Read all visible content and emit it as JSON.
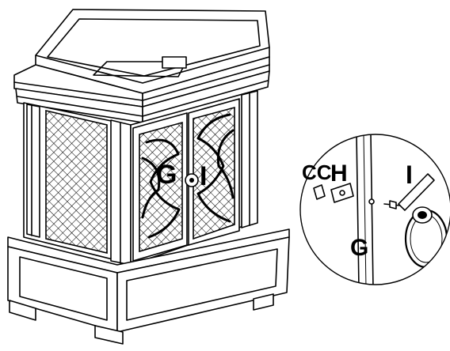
{
  "diagram": {
    "labels": {
      "door_left": "G",
      "door_right": "I",
      "detail_cc": "CC",
      "detail_h": "H",
      "detail_i": "I",
      "detail_g": "G"
    }
  }
}
